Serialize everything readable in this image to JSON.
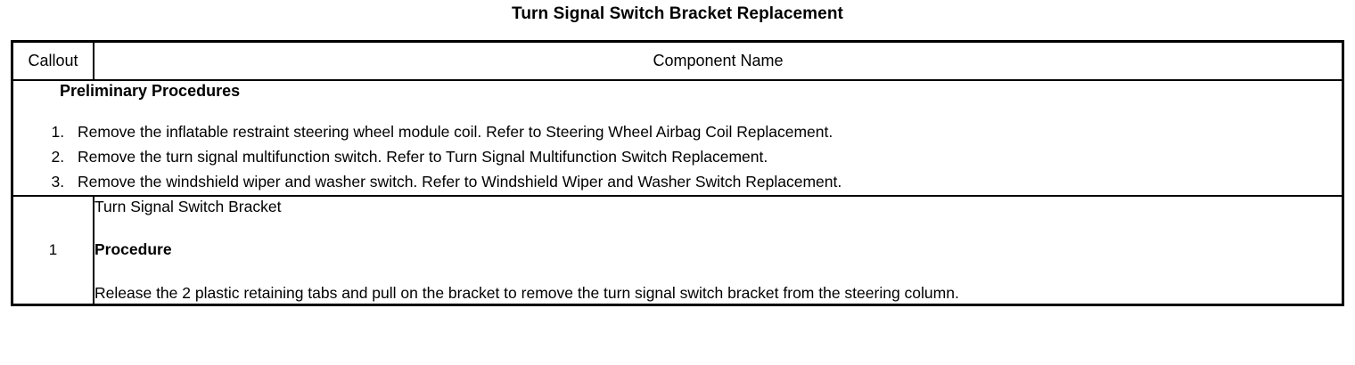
{
  "document": {
    "title": "Turn Signal Switch Bracket Replacement"
  },
  "table": {
    "headers": {
      "callout": "Callout",
      "component_name": "Component Name"
    },
    "preliminary": {
      "heading": "Preliminary Procedures",
      "steps": [
        "Remove the inflatable restraint steering wheel module coil. Refer to Steering Wheel Airbag Coil Replacement.",
        "Remove the turn signal multifunction switch. Refer to Turn Signal Multifunction Switch Replacement.",
        "Remove the windshield wiper and washer switch. Refer to Windshield Wiper and Washer Switch Replacement."
      ]
    },
    "rows": [
      {
        "callout": "1",
        "component_name": "Turn Signal Switch Bracket",
        "procedure_heading": "Procedure",
        "procedure_text": "Release the 2 plastic retaining tabs and pull on the bracket to remove the turn signal switch bracket from the steering column."
      }
    ]
  }
}
